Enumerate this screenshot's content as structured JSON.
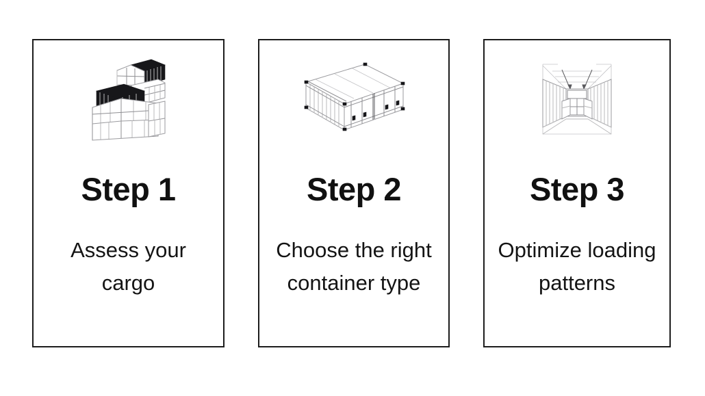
{
  "page": {
    "background_color": "#ffffff",
    "card_border_color": "#1c1c1c",
    "heading_color": "#111111",
    "body_color": "#141414"
  },
  "cards": [
    {
      "icon": "stacked-containers-icon",
      "title": "Step 1",
      "description": "Assess your cargo"
    },
    {
      "icon": "shipping-container-icon",
      "title": "Step 2",
      "description": "Choose the right container type"
    },
    {
      "icon": "container-interior-perspective-icon",
      "title": "Step 3",
      "description": "Optimize loading patterns"
    }
  ]
}
